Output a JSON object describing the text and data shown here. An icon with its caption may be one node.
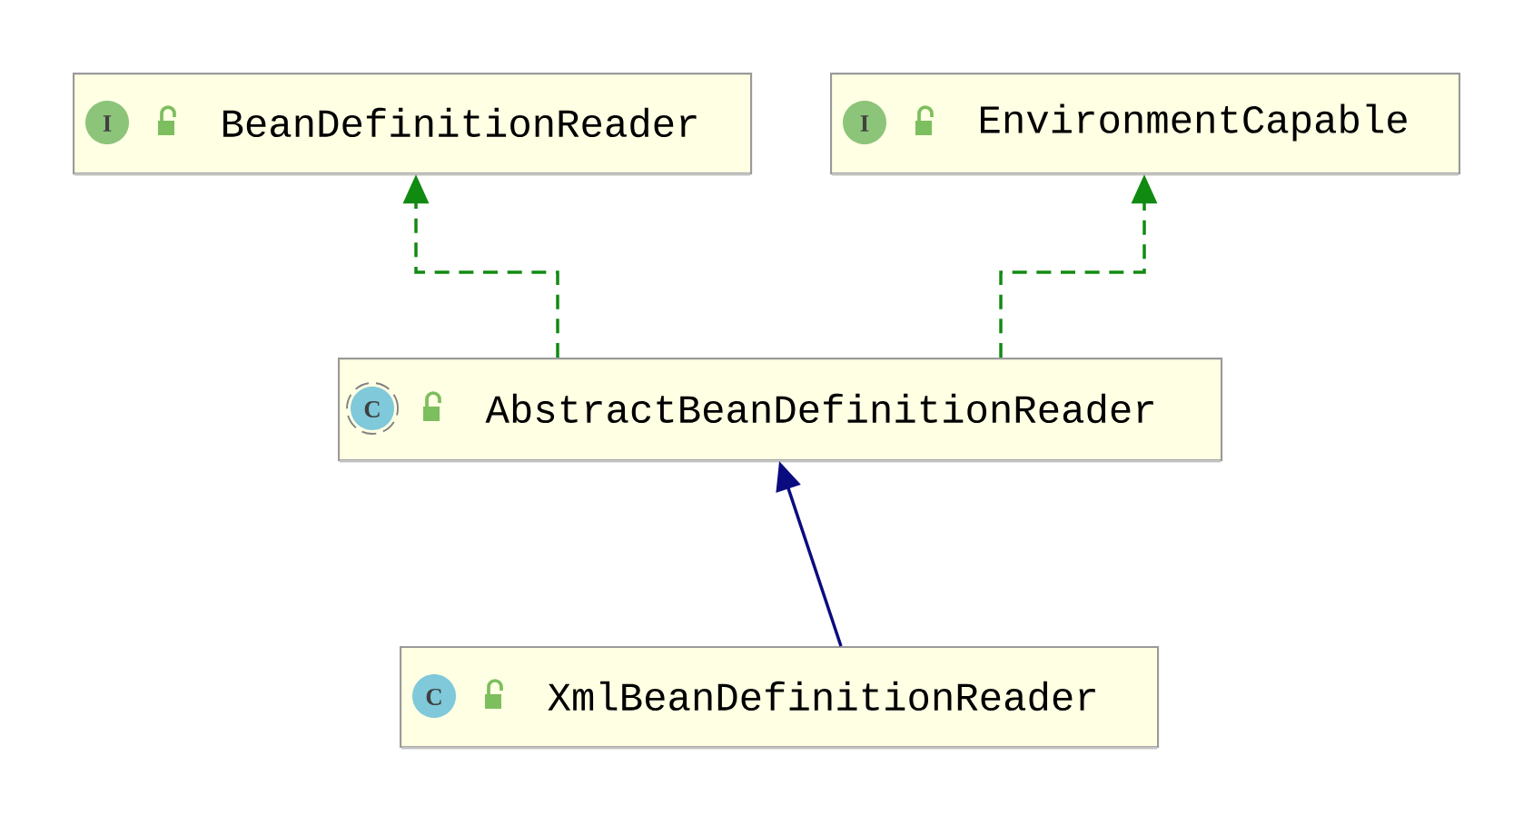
{
  "diagram": {
    "nodes": [
      {
        "text": [
          "I",
          "BeanDefinitionReader"
        ]
      },
      {
        "text": [
          "I",
          "EnvironmentCapable"
        ]
      },
      {
        "text": [
          "C",
          "AbstractBeanDefinitionReader"
        ]
      },
      {
        "text": [
          "C",
          "XmlBeanDefinitionReader"
        ]
      }
    ],
    "edges": [
      {
        "from": 2,
        "to": 0,
        "arrow": "to",
        "style": "dashed",
        "color": "#118a11"
      },
      {
        "from": 2,
        "to": 1,
        "arrow": "to",
        "style": "dashed",
        "color": "#118a11"
      },
      {
        "from": 3,
        "to": 2,
        "arrow": "to",
        "color": "#0b0b80"
      }
    ]
  }
}
